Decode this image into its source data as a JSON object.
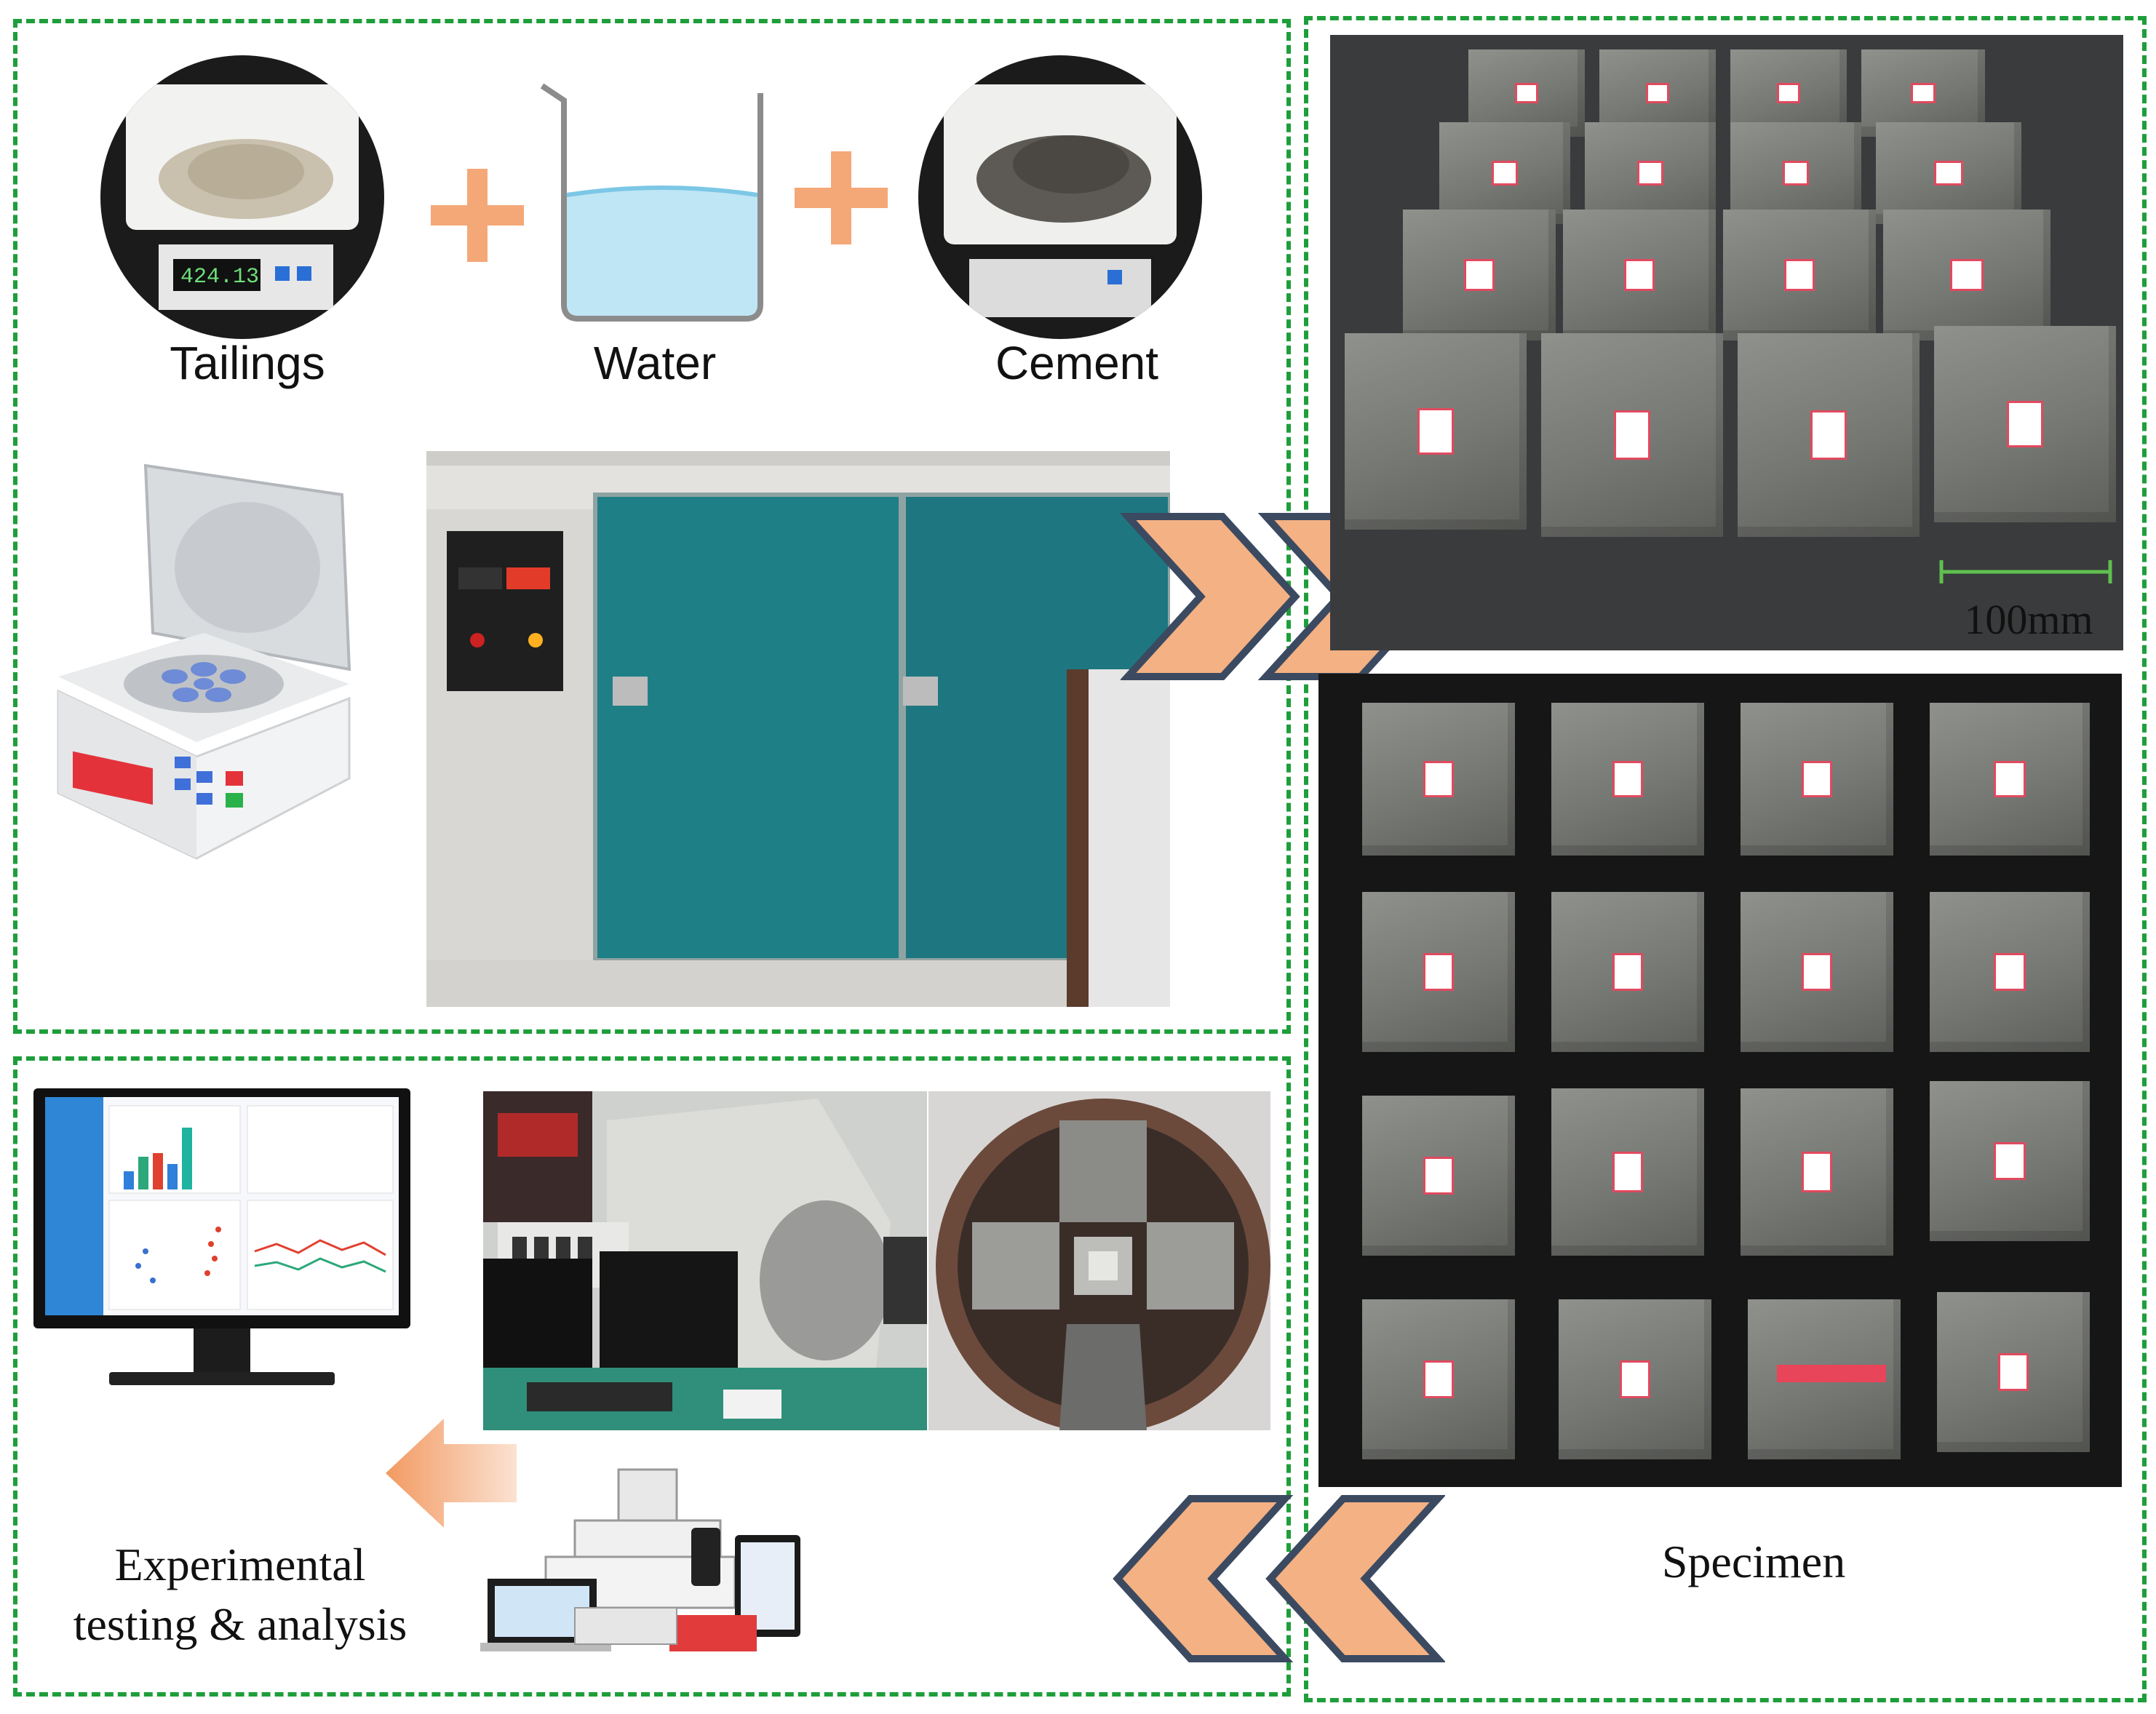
{
  "labels": {
    "tailings": "Tailings",
    "water": "Water",
    "cement": "Cement",
    "scale_bar": "100mm",
    "specimen": "Specimen",
    "testing_line1": "Experimental",
    "testing_line2": "testing & analysis"
  },
  "colors": {
    "dash_border": "#1e9e3a",
    "arrow_fill": "#f4b183",
    "arrow_stroke": "#3b4a60",
    "plus": "#f4a877",
    "cabinet": "#1f7f86",
    "label_tag": "#e04a5f"
  },
  "icons": {
    "plus": "plus-icon",
    "arrow_right": "double-chevron-right-icon",
    "arrow_left": "double-chevron-left-icon",
    "arrow_back": "arrow-left-icon",
    "centrifuge": "centrifuge-icon",
    "monitor": "monitor-icon",
    "beaker": "beaker-icon"
  }
}
